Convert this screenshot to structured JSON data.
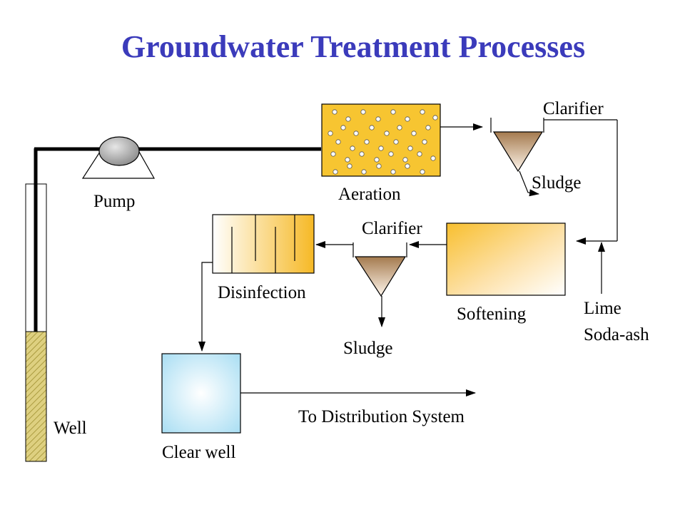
{
  "title": "Groundwater Treatment Processes",
  "labels": {
    "pump": "Pump",
    "aeration": "Aeration",
    "clarifier_top": "Clarifier",
    "sludge_top": "Sludge",
    "clarifier_mid": "Clarifier",
    "disinfection": "Disinfection",
    "softening": "Softening",
    "lime": "Lime",
    "soda_ash": "Soda-ash",
    "sludge_mid": "Sludge",
    "well": "Well",
    "clear_well": "Clear well",
    "to_distribution": "To Distribution System"
  },
  "colors": {
    "title": "#3b3bbb",
    "aeration_fill": "#f7c531",
    "softening_fill": "#fbc84a",
    "disinfection_fill": "#f8c440",
    "clearwell_fill": "#b9e6f6",
    "well_fill": "#ded080",
    "clarifier_fill": "#c79a6a",
    "pump_fill": "#b8b8b8"
  }
}
